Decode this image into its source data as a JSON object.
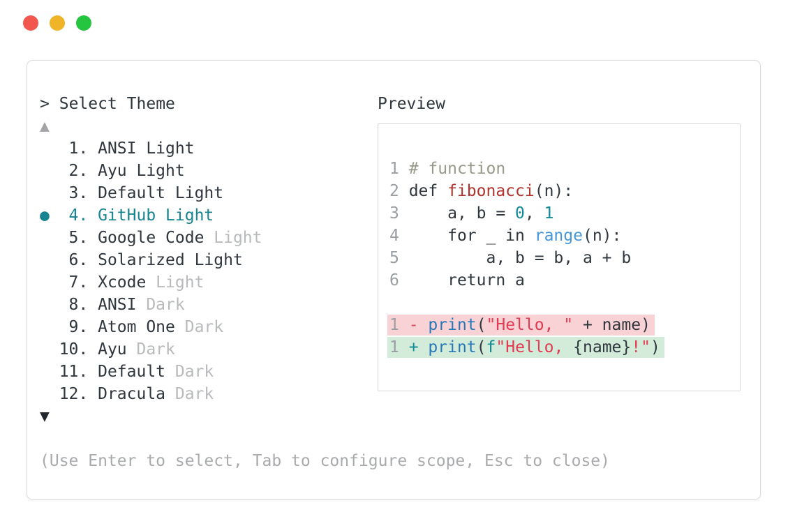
{
  "window": {
    "controls": [
      {
        "name": "close-button",
        "color": "#f2574f"
      },
      {
        "name": "minimize-button",
        "color": "#f0b429"
      },
      {
        "name": "zoom-button",
        "color": "#26c53f"
      }
    ]
  },
  "theme_picker": {
    "prompt_symbol": ">",
    "title": "Select Theme",
    "scroll_up_symbol": "▲",
    "scroll_down_symbol": "▼",
    "selected_marker": "●",
    "items": [
      {
        "number": "1",
        "name": "ANSI Light",
        "suffix": "",
        "selected": false
      },
      {
        "number": "2",
        "name": "Ayu Light",
        "suffix": "",
        "selected": false
      },
      {
        "number": "3",
        "name": "Default Light",
        "suffix": "",
        "selected": false
      },
      {
        "number": "4",
        "name": "GitHub Light",
        "suffix": "",
        "selected": true
      },
      {
        "number": "5",
        "name": "Google Code",
        "suffix": "Light",
        "selected": false
      },
      {
        "number": "6",
        "name": "Solarized Light",
        "suffix": "",
        "selected": false
      },
      {
        "number": "7",
        "name": "Xcode",
        "suffix": "Light",
        "selected": false
      },
      {
        "number": "8",
        "name": "ANSI",
        "suffix": "Dark",
        "selected": false
      },
      {
        "number": "9",
        "name": "Atom One",
        "suffix": "Dark",
        "selected": false
      },
      {
        "number": "10",
        "name": "Ayu",
        "suffix": "Dark",
        "selected": false
      },
      {
        "number": "11",
        "name": "Default",
        "suffix": "Dark",
        "selected": false
      },
      {
        "number": "12",
        "name": "Dracula",
        "suffix": "Dark",
        "selected": false
      }
    ],
    "hint": "(Use Enter to select, Tab to configure scope, Esc to close)"
  },
  "preview": {
    "label": "Preview",
    "code_lines": [
      {
        "number": "1",
        "tokens": [
          {
            "text": "# function",
            "style": "comment"
          }
        ]
      },
      {
        "number": "2",
        "tokens": [
          {
            "text": "def ",
            "style": "default"
          },
          {
            "text": "fibonacci",
            "style": "function"
          },
          {
            "text": "(n):",
            "style": "default"
          }
        ]
      },
      {
        "number": "3",
        "tokens": [
          {
            "text": "    a, b = ",
            "style": "default"
          },
          {
            "text": "0",
            "style": "number"
          },
          {
            "text": ", ",
            "style": "default"
          },
          {
            "text": "1",
            "style": "number"
          }
        ]
      },
      {
        "number": "4",
        "tokens": [
          {
            "text": "    for _ in ",
            "style": "default"
          },
          {
            "text": "range",
            "style": "builtin"
          },
          {
            "text": "(n):",
            "style": "default"
          }
        ]
      },
      {
        "number": "5",
        "tokens": [
          {
            "text": "        a, b = b, a + b",
            "style": "default"
          }
        ]
      },
      {
        "number": "6",
        "tokens": [
          {
            "text": "    return a",
            "style": "default"
          }
        ]
      }
    ],
    "diff_lines": [
      {
        "number": "1",
        "kind": "removed",
        "tokens": [
          {
            "text": "- ",
            "style": "removed-sign"
          },
          {
            "text": "print",
            "style": "call"
          },
          {
            "text": "(",
            "style": "default"
          },
          {
            "text": "\"Hello, \"",
            "style": "string"
          },
          {
            "text": " + name)",
            "style": "default"
          }
        ]
      },
      {
        "number": "1",
        "kind": "added",
        "tokens": [
          {
            "text": "+ ",
            "style": "added-sign"
          },
          {
            "text": "print",
            "style": "call"
          },
          {
            "text": "(",
            "style": "default"
          },
          {
            "text": "f",
            "style": "fstring-prefix"
          },
          {
            "text": "\"Hello, ",
            "style": "string"
          },
          {
            "text": "{name}",
            "style": "default"
          },
          {
            "text": "!\"",
            "style": "string"
          },
          {
            "text": ")",
            "style": "default"
          }
        ]
      }
    ]
  },
  "colors": {
    "accent_teal": "#178591",
    "diff_removed_bg": "#f8d2d4",
    "diff_added_bg": "#d3ecda"
  }
}
